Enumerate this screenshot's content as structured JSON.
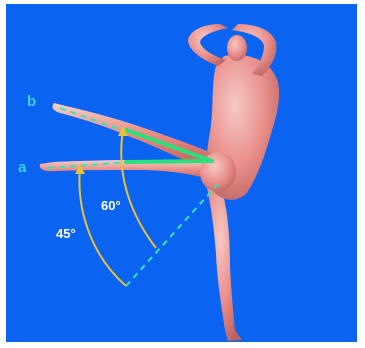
{
  "labels": {
    "a": "a",
    "b": "b",
    "angle_large": "60°",
    "angle_small": "45°"
  },
  "colors": {
    "background": "#0b63f2",
    "figure": "#e98f8c",
    "figure_highlight": "#f6c9c5",
    "figure_shadow": "#b8615e",
    "arc": "#e5c23a",
    "leg_line": "#2be07a",
    "dashed_line": "#35e6b0",
    "label_letters": "#3fd0f5",
    "label_angles": "#ffffff"
  }
}
